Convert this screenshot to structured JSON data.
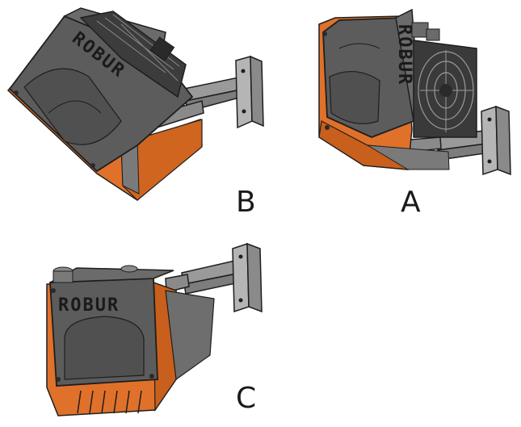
{
  "views": [
    {
      "id": "B",
      "label": "B",
      "brand": "ROBUR",
      "description_hidden": false
    },
    {
      "id": "A",
      "label": "A",
      "brand": "ROBUR"
    },
    {
      "id": "C",
      "label": "C",
      "brand": "ROBUR"
    }
  ],
  "colors": {
    "body_gray": "#5c5c5c",
    "body_gray_dark": "#464646",
    "body_gray_light": "#7a7a7a",
    "accent_orange": "#e0712a",
    "accent_orange_dark": "#b9561c",
    "bracket_gray": "#8a8a8a",
    "bracket_light": "#b5b5b5",
    "outline": "#1e1e1e"
  },
  "icons": [
    "heater-unit-view-b",
    "heater-unit-view-a",
    "heater-unit-view-c",
    "wall-bracket-icon",
    "fan-guard-icon"
  ]
}
